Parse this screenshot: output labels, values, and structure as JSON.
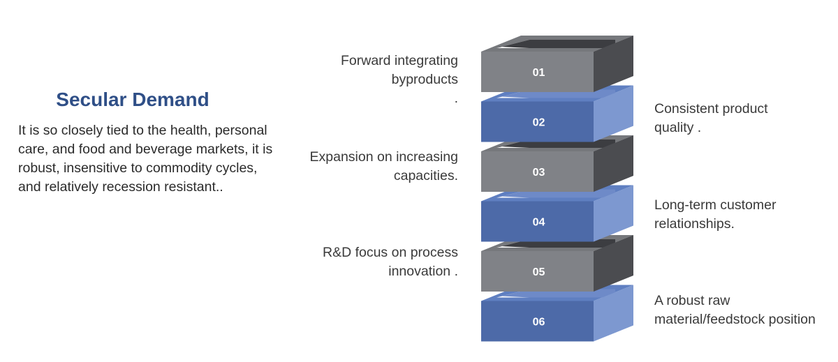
{
  "title": "Secular Demand",
  "description": "It is so closely tied to the health, personal care, and food and beverage markets, it is robust, insensitive to commodity cycles, and relatively recession resistant..",
  "steps": [
    {
      "num": "01",
      "label": "Forward integrating\nbyproducts\n.",
      "side": "left",
      "color": "gray"
    },
    {
      "num": "02",
      "label": "Consistent product\nquality .",
      "side": "right",
      "color": "blue"
    },
    {
      "num": "03",
      "label": "Expansion on increasing\ncapacities.",
      "side": "left",
      "color": "gray"
    },
    {
      "num": "04",
      "label": " Long-term customer\nrelationships.",
      "side": "right",
      "color": "blue"
    },
    {
      "num": "05",
      "label": "R&D focus on process\ninnovation .",
      "side": "left",
      "color": "gray"
    },
    {
      "num": "06",
      "label": "A robust raw\nmaterial/feedstock position",
      "side": "right",
      "color": "blue"
    }
  ],
  "colors": {
    "title": "#2f4f87",
    "gray": {
      "front": "#808287",
      "top": "#76787c",
      "right": "#4b4c50",
      "inner": "#3c3d41"
    },
    "blue": {
      "front": "#4d6aa8",
      "top": "#5f7fc1",
      "right": "#7d98d0",
      "inner": "#6e8ac8"
    }
  }
}
